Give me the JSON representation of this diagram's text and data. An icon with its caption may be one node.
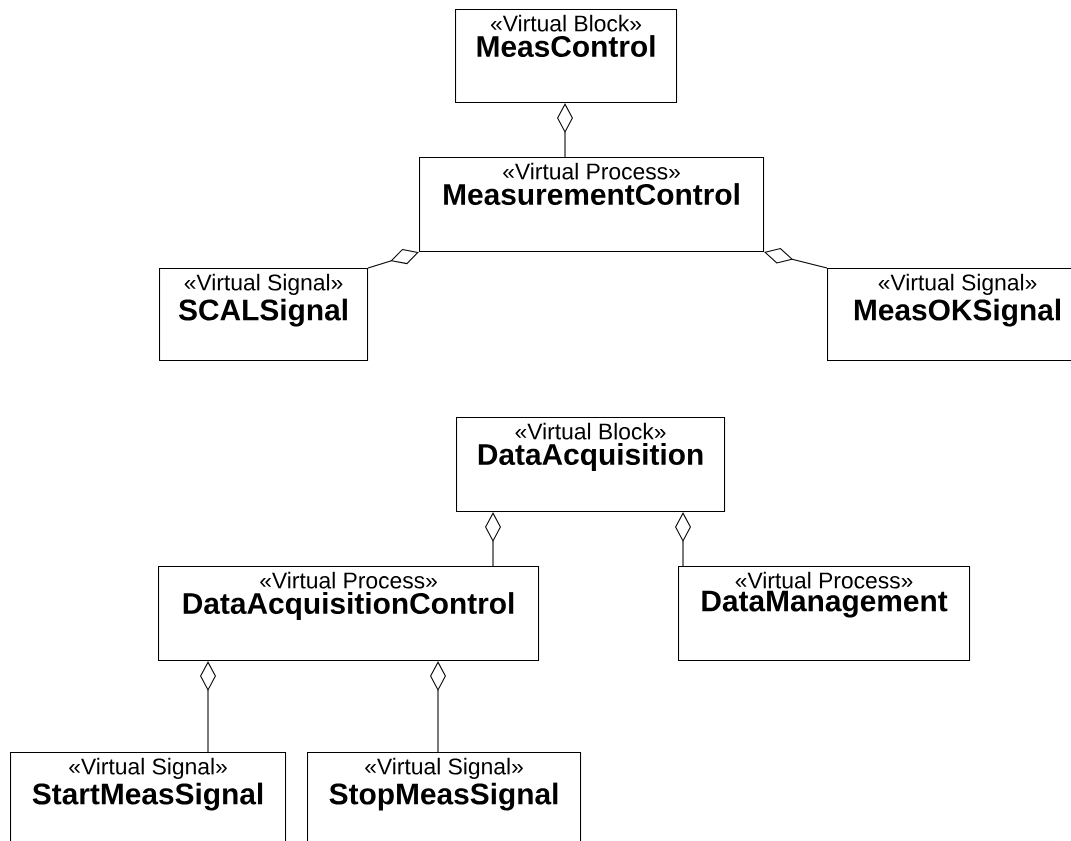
{
  "diagram": {
    "nodes": [
      {
        "text": [
          "«Virtual Block»",
          "MeasControl"
        ]
      },
      {
        "text": [
          "«Virtual Process»",
          "MeasurementControl"
        ]
      },
      {
        "text": [
          "«Virtual Signal»",
          "SCALSignal"
        ]
      },
      {
        "text": [
          "«Virtual Signal»",
          "MeasOKSignal"
        ]
      },
      {
        "text": [
          "«Virtual Block»",
          "DataAcquisition"
        ]
      },
      {
        "text": [
          "«Virtual Process»",
          "DataAcquisitionControl"
        ]
      },
      {
        "text": [
          "«Virtual Process»",
          "DataManagement"
        ]
      },
      {
        "text": [
          "«Virtual Signal»",
          "StartMeasSignal"
        ]
      },
      {
        "text": [
          "«Virtual Signal»",
          "StopMeasSignal"
        ]
      }
    ],
    "edges": [
      {
        "from": 1,
        "to": 0,
        "arrow": "other"
      },
      {
        "from": 2,
        "to": 1,
        "arrow": "other"
      },
      {
        "from": 3,
        "to": 1,
        "arrow": "other"
      },
      {
        "from": 5,
        "to": 4,
        "arrow": "other"
      },
      {
        "from": 6,
        "to": 4,
        "arrow": "other"
      },
      {
        "from": 7,
        "to": 5,
        "arrow": "other"
      },
      {
        "from": 8,
        "to": 5,
        "arrow": "other"
      }
    ]
  }
}
